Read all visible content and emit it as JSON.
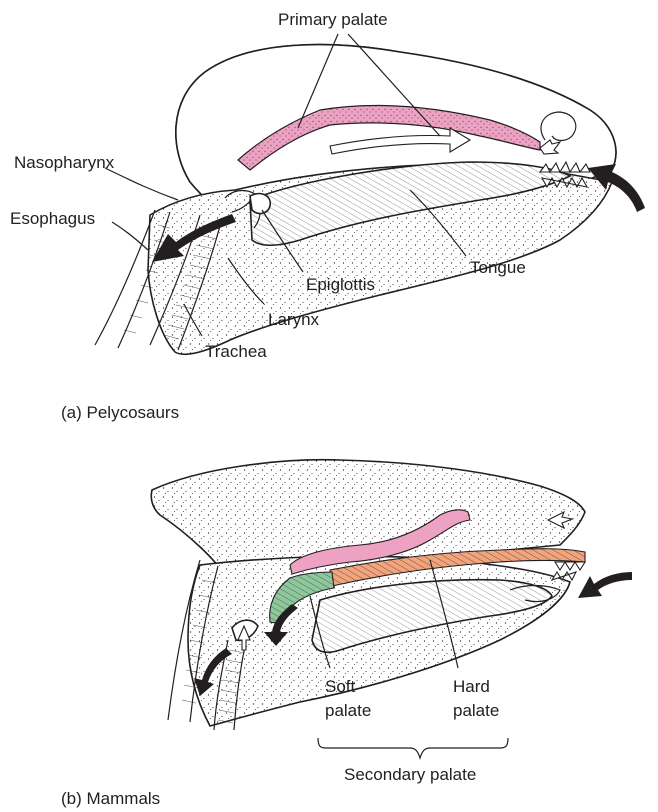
{
  "colors": {
    "primary_palate": "#eea2c3",
    "hard_palate": "#f2a57c",
    "soft_palate": "#8dc79b",
    "ink": "#231f20",
    "background": "#ffffff"
  },
  "panel_a": {
    "caption": "(a) Pelycosaurs",
    "labels": {
      "primary_palate": "Primary palate",
      "nasopharynx": "Nasopharynx",
      "esophagus": "Esophagus",
      "epiglottis": "Epiglottis",
      "tongue": "Tongue",
      "larynx": "Larynx",
      "trachea": "Trachea"
    }
  },
  "panel_b": {
    "caption": "(b) Mammals",
    "labels": {
      "soft_palate": [
        "Soft",
        "palate"
      ],
      "hard_palate": [
        "Hard",
        "palate"
      ],
      "secondary_palate": "Secondary palate"
    }
  }
}
